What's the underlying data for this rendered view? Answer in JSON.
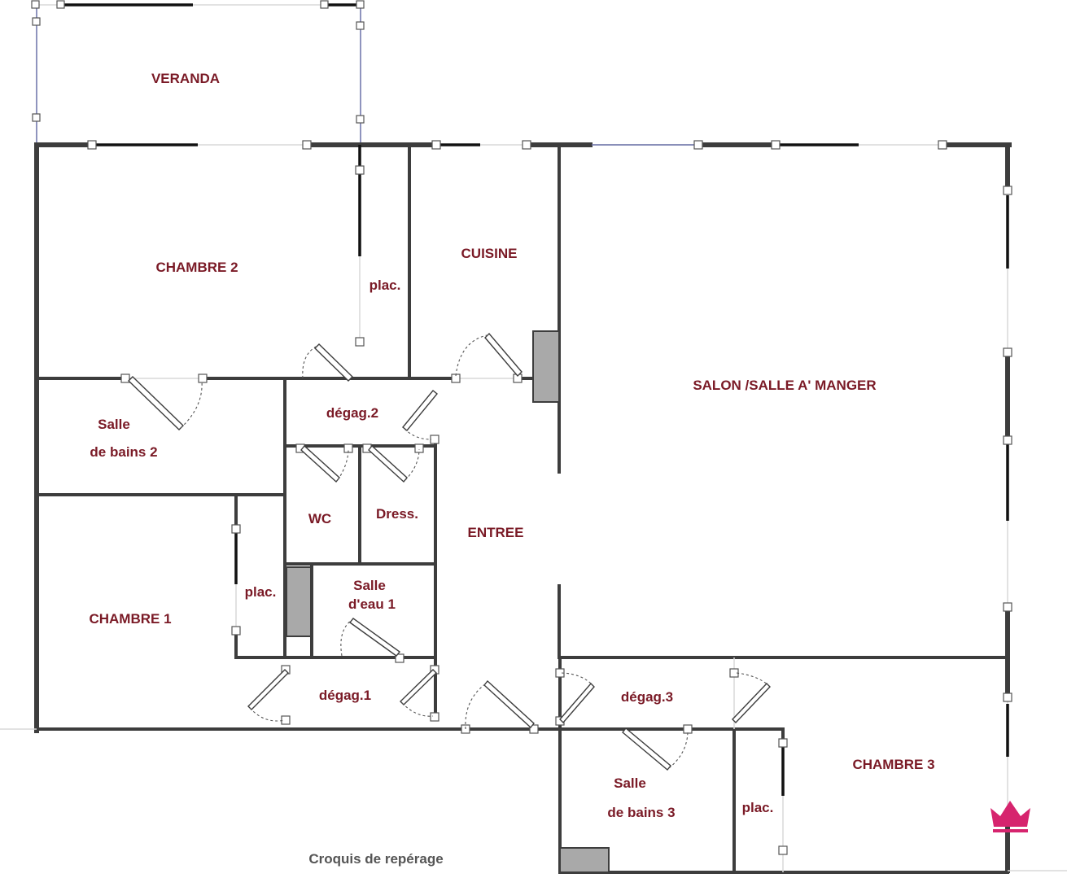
{
  "rooms": {
    "veranda": "VERANDA",
    "chambre2": "CHAMBRE 2",
    "plac_top": "plac.",
    "cuisine": "CUISINE",
    "salon": "SALON /SALLE A' MANGER",
    "salle_de_bains2_l1": "Salle",
    "salle_de_bains2_l2": "de bains 2",
    "degag2": "dégag.2",
    "wc": "WC",
    "dress": "Dress.",
    "entree": "ENTREE",
    "chambre1": "CHAMBRE 1",
    "plac_left": "plac.",
    "salle_eau1_l1": "Salle",
    "salle_eau1_l2": "d'eau 1",
    "degag1": "dégag.1",
    "degag3": "dégag.3",
    "chambre3": "CHAMBRE 3",
    "salle_de_bains3_l1": "Salle",
    "salle_de_bains3_l2": "de bains 3",
    "plac_right": "plac."
  },
  "caption": "Croquis de repérage",
  "icons": {
    "brand_logo": "crown-icon"
  },
  "colors": {
    "label": "#7a1a26",
    "wall": "#3d3d3d",
    "logo": "#d6246e"
  }
}
